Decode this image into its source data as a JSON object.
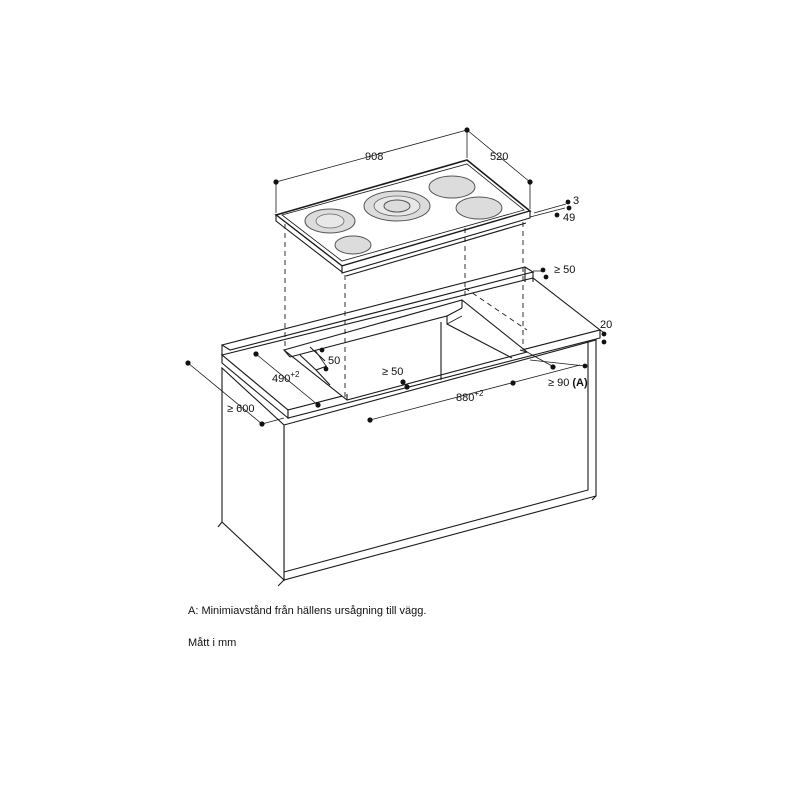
{
  "dimensions": {
    "hob_width": "908",
    "hob_depth": "520",
    "glass_thickness": "3",
    "hob_height": "49",
    "rear_clearance": "≥ 50",
    "worktop_thickness": "20",
    "cutout_depth": "490",
    "cutout_depth_tol": "+2",
    "side_clearance": "50",
    "front_clearance": "≥ 50",
    "cutout_width": "880",
    "cutout_width_tol": "+2",
    "wall_clearance": "≥ 90",
    "wall_clearance_ref": "(A)",
    "worktop_depth": "≥ 600"
  },
  "notes": {
    "a_note": "A: Minimiavstånd från hällens ursågning till vägg.",
    "units": "Mått i mm"
  }
}
